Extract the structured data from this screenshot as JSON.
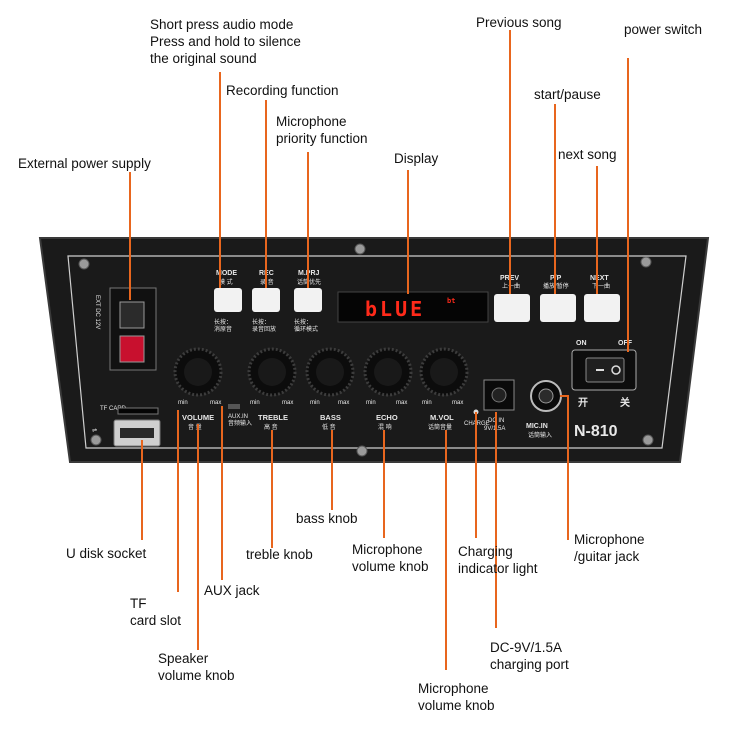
{
  "colors": {
    "leader": "#e8661e",
    "panel": "#1b1b1b",
    "display_text": "#ff2a1a"
  },
  "labels": {
    "audio_mode": "Short press audio mode\nPress and hold to silence\nthe original sound",
    "recording": "Recording function",
    "mic_priority": "Microphone\npriority function",
    "display": "Display",
    "external_power": "External power supply",
    "previous_song": "Previous song",
    "start_pause": "start/pause",
    "next_song": "next song",
    "power_switch": "power switch",
    "u_disk": "U disk socket",
    "tf_card": "TF\ncard slot",
    "speaker_volume": "Speaker\nvolume knob",
    "aux_jack": "AUX jack",
    "treble_knob": "treble knob",
    "bass_knob": "bass knob",
    "mic_volume_echo": "Microphone\nvolume knob",
    "charging_light": "Charging\nindicator light",
    "dc_port": "DC-9V/1.5A\ncharging port",
    "mic_volume_mvol": "Microphone\nvolume knob",
    "mic_guitar_jack": "Microphone\n/guitar jack"
  },
  "panel": {
    "model": "N-810",
    "display_text": "bLUE",
    "display_suffix": "bt",
    "buttons": {
      "mode": "MODE",
      "mode_cn": "模 式",
      "mode_sub": "长按：\n消原音",
      "rec": "REC",
      "rec_cn": "录 音",
      "rec_sub": "长按：\n录音回放",
      "mprj": "M.PRJ",
      "mprj_cn": "话筒优先",
      "mprj_sub": "长按：\n循环模式",
      "prev": "PREV",
      "prev_cn": "上一曲",
      "pp": "P/P",
      "pp_cn": "播放/暂停",
      "next": "NEXT",
      "next_cn": "下一曲"
    },
    "knobs": {
      "volume": "VOLUME",
      "volume_cn": "音 量",
      "treble": "TREBLE",
      "treble_cn": "高 音",
      "bass": "BASS",
      "bass_cn": "低 音",
      "echo": "ECHO",
      "echo_cn": "混 响",
      "mvol": "M.VOL",
      "mvol_cn": "话筒音量",
      "min": "min",
      "max": "max"
    },
    "aux_in": "AUX.IN",
    "aux_cn": "音频输入",
    "mic_in": "MIC.IN",
    "mic_in_cn": "话筒输入",
    "on": "ON",
    "off": "OFF",
    "on_cn": "开",
    "off_cn": "关",
    "tf_card": "TF CARD",
    "ext_dc": "EXT DC 12V",
    "dc_in": "DC IN",
    "dc_spec": "9V/1.5A",
    "charge": "CHARGE"
  }
}
